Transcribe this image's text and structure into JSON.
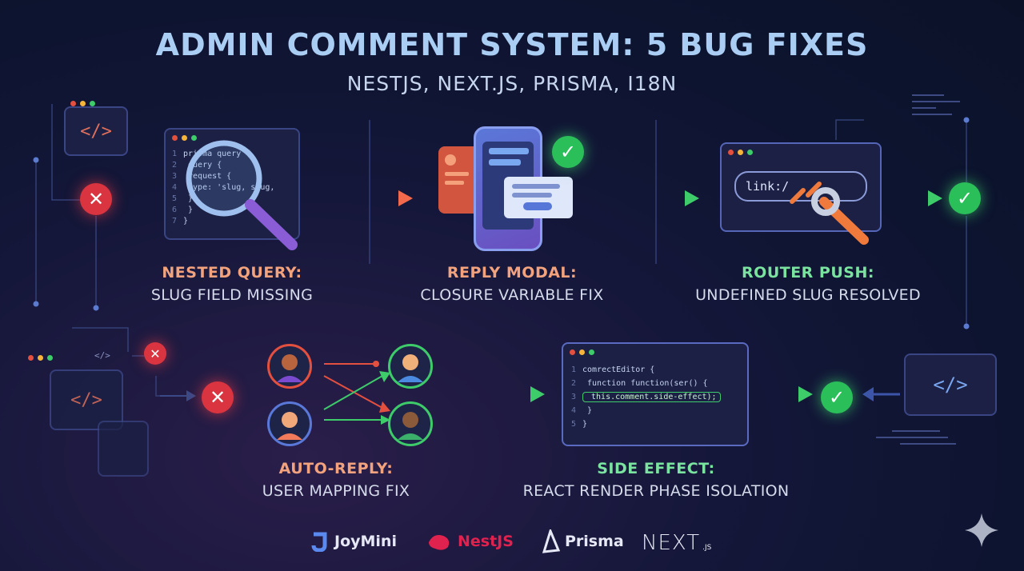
{
  "header": {
    "title": "ADMIN COMMENT SYSTEM: 5 BUG FIXES",
    "subtitle": "NESTJS, NEXT.JS, PRISMA, I18N"
  },
  "fixes": [
    {
      "heading": "NESTED QUERY:",
      "detail": "SLUG FIELD MISSING"
    },
    {
      "heading": "REPLY MODAL:",
      "detail": "CLOSURE VARIABLE FIX"
    },
    {
      "heading": "ROUTER PUSH:",
      "detail": "UNDEFINED SLUG RESOLVED"
    },
    {
      "heading": "AUTO-REPLY:",
      "detail": "USER MAPPING FIX"
    },
    {
      "heading": "SIDE EFFECT:",
      "detail": "REACT RENDER PHASE ISOLATION"
    }
  ],
  "query_code": {
    "lines": [
      {
        "n": "1",
        "text": "prisma query  {"
      },
      {
        "n": "2",
        "text": "  query {"
      },
      {
        "n": "3",
        "text": "    request {"
      },
      {
        "n": "4",
        "text": "      type: 'slug, slug,"
      },
      {
        "n": "5",
        "text": "    }"
      },
      {
        "n": "6",
        "text": "  }"
      },
      {
        "n": "7",
        "text": "}"
      }
    ]
  },
  "link_text": "link:/",
  "editor_code": {
    "lines": [
      {
        "n": "1",
        "text": "comrectEditor {"
      },
      {
        "n": "2",
        "text": "  function function(ser() {"
      },
      {
        "n": "3",
        "text": "    this.comment.side-effect);"
      },
      {
        "n": "4",
        "text": "  }"
      },
      {
        "n": "5",
        "text": "}"
      }
    ]
  },
  "code_tag": "</>",
  "logos": [
    {
      "name": "JoyMini",
      "color": "#e6e9f5"
    },
    {
      "name": "NestJS",
      "color": "#e0234e"
    },
    {
      "name": "Prisma",
      "color": "#e6e9f5"
    },
    {
      "name": "NEXT",
      "suffix": ".JS",
      "color": "#e6e9f5"
    }
  ],
  "colors": {
    "error": "#d9343f",
    "success": "#2bbf5a",
    "accent_orange": "#f08a5d",
    "accent_green": "#7be3a0"
  }
}
